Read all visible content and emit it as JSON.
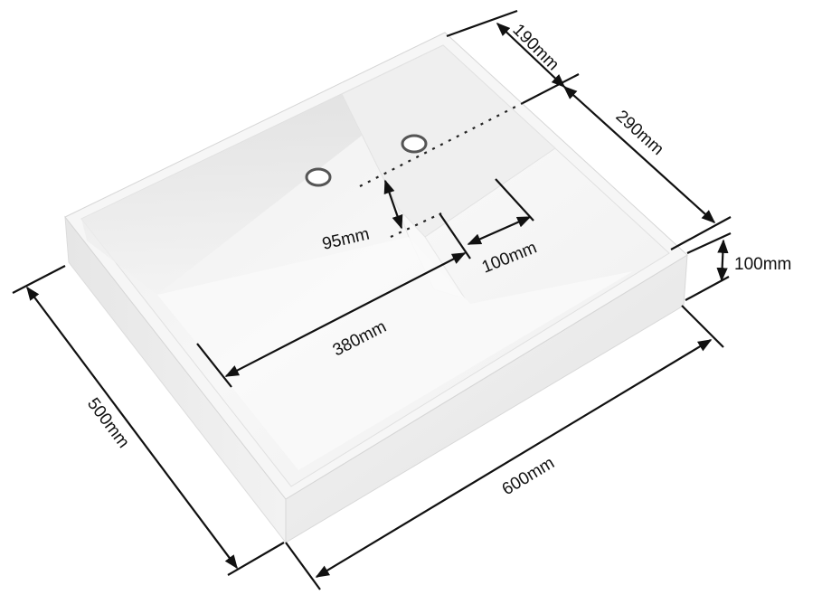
{
  "dimensions": {
    "width": "600mm",
    "depth": "500mm",
    "height": "100mm",
    "deck_width": "190mm",
    "deck_depth": "290mm",
    "bowl_length": "380mm",
    "step_length": "100mm",
    "step_height": "95mm"
  }
}
